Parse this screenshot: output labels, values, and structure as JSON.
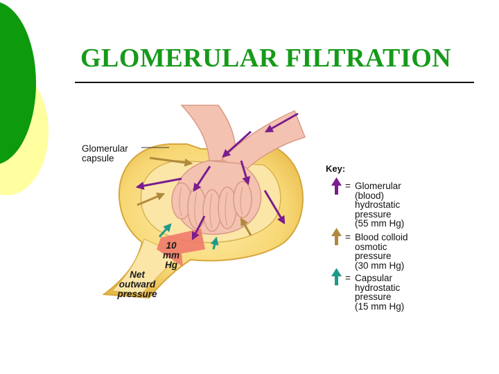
{
  "slide": {
    "title": "GLOMERULAR FILTRATION"
  },
  "labels": {
    "glomerular_capsule": "Glomerular\ncapsule",
    "pressure_value": "10\nmm\nHg",
    "net_outward": "Net\noutward\npressure"
  },
  "key": {
    "title": "Key:",
    "equals": "=",
    "items": [
      {
        "text": "Glomerular\n(blood)\nhydrostatic\npressure\n(55 mm Hg)",
        "color": "#7a1d8e",
        "icon": "purple-arrow-icon"
      },
      {
        "text": "Blood colloid\nosmotic\npressure\n(30 mm Hg)",
        "color": "#b08a3c",
        "icon": "tan-arrow-icon"
      },
      {
        "text": "Capsular\nhydrostatic\npressure\n(15 mm Hg)",
        "color": "#1f9a8a",
        "icon": "teal-arrow-icon"
      }
    ]
  },
  "colors": {
    "title": "#169a1a",
    "deco_green": "#0d9a0d",
    "deco_yellow": "#ffffa0",
    "capsule": "#f7d774",
    "vessel": "#f4c2b0"
  }
}
